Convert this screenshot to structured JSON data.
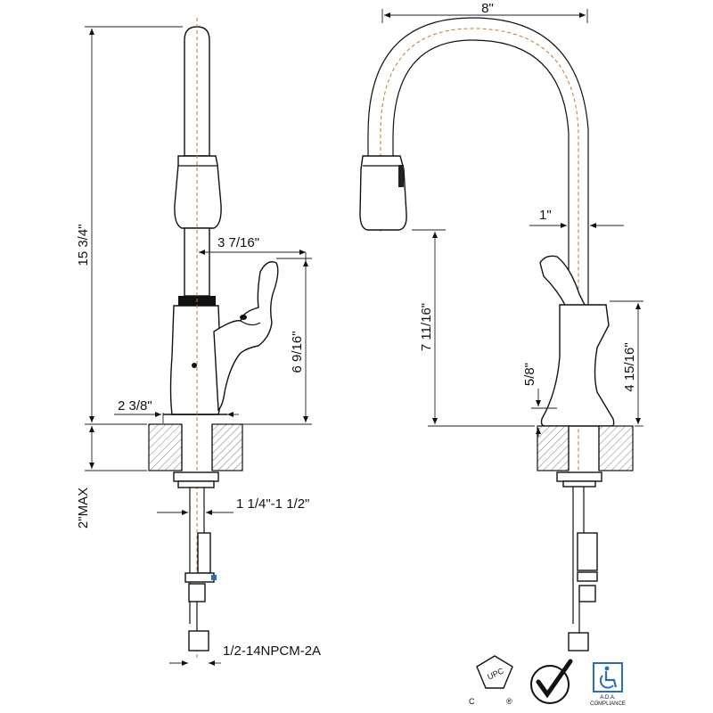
{
  "dimensions": {
    "total_height": "15 3/4\"",
    "spout_reach": "3 7/16\"",
    "handle_height": "6 9/16\"",
    "base_diameter": "2 3/8\"",
    "deck_thickness_max": "2\"MAX",
    "hole_size": "1 1/4\"-1 1/2\"",
    "thread": "1/2-14NPCM-2A",
    "spout_width": "8\"",
    "spout_tube": "1\"",
    "spout_clearance": "7 11/16\"",
    "handle_offset": "4 15/16\"",
    "base_step": "5/8\""
  },
  "logos": {
    "upc_text": "UPC",
    "upc_c": "C",
    "upc_r": "®",
    "ada_line1": "A.D.A.",
    "ada_line2": "COMPLIANCE"
  },
  "colors": {
    "centerline": "#c07a2a",
    "ada_blue": "#2a6fb0",
    "line": "#111111"
  }
}
